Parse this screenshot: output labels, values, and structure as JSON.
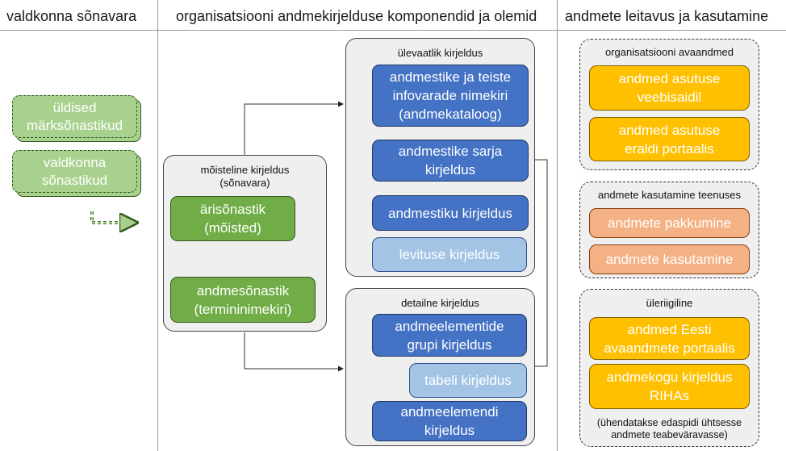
{
  "headers": {
    "left": "valdkonna sõnavara",
    "middle": "organisatsiooni andmekirjelduse komponendid ja olemid",
    "right": "andmete leitavus ja kasutamine"
  },
  "left": {
    "items": [
      {
        "lines": [
          "üldised",
          "märksõnastikud"
        ]
      },
      {
        "lines": [
          "valdkonna",
          "sõnastikud"
        ]
      }
    ]
  },
  "conceptual": {
    "title_lines": [
      "mõisteline kirjeldus",
      "(sõnavara)"
    ],
    "business_glossary": [
      "ärisõnastik",
      "(mõisted)"
    ],
    "data_glossary": [
      "andmesõnastik",
      "(termininimekiri)"
    ]
  },
  "overview": {
    "title": "ülevaatlik kirjeldus",
    "catalog": [
      "andmestike ja teiste",
      "infovarade nimekiri",
      "(andmekataloog)"
    ],
    "series": [
      "andmestike sarja",
      "kirjeldus"
    ],
    "dataset": "andmestiku kirjeldus",
    "distribution": "levituse kirjeldus"
  },
  "detailed": {
    "title": "detailne kirjeldus",
    "group": [
      "andmeelementide",
      "grupi kirjeldus"
    ],
    "table": "tabeli kirjeldus",
    "element": [
      "andmeelemendi",
      "kirjeldus"
    ]
  },
  "org_open_data": {
    "title": "organisatsiooni avaandmed",
    "website": [
      "andmed asutuse",
      "veebisaidil"
    ],
    "portal": [
      "andmed asutuse",
      "eraldi portaalis"
    ]
  },
  "service_use": {
    "title": "andmete kasutamine teenuses",
    "offering": "andmete pakkumine",
    "using": "andmete kasutamine"
  },
  "national": {
    "title": "üleriigiline",
    "estonian_portal": [
      "andmed Eesti",
      "avaandmete portaalis"
    ],
    "riha": [
      "andmekogu kirjeldus",
      "RIHAs"
    ],
    "note": [
      "(ühendatakse edaspidi ühtsesse",
      "andmete teabeväravasse)"
    ]
  },
  "colors": {
    "dark_blue": "#4472c4",
    "light_blue": "#a4c4e6",
    "green": "#70ad47",
    "pale_green": "#a9d18e",
    "gold": "#ffc000",
    "salmon": "#f4b183"
  }
}
